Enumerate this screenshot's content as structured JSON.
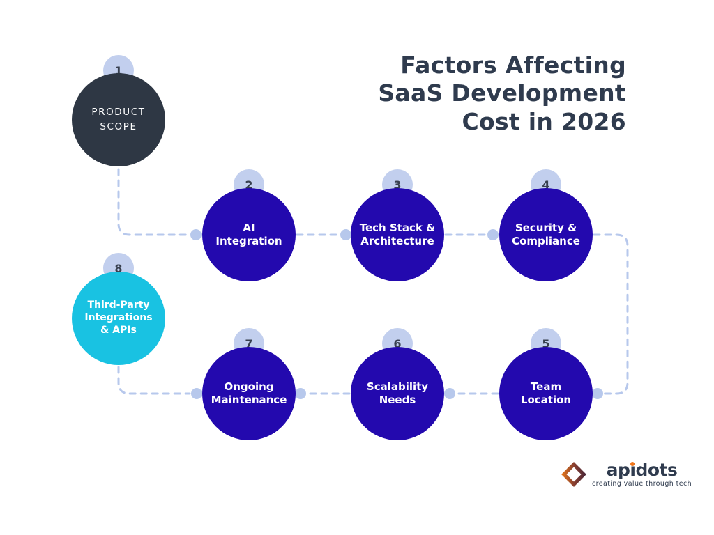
{
  "title": "Factors Affecting\nSaaS Development\nCost in 2026",
  "factors": [
    {
      "number": "1",
      "label": "PRODUCT\nSCOPE"
    },
    {
      "number": "2",
      "label": "AI\nIntegration"
    },
    {
      "number": "3",
      "label": "Tech Stack &\nArchitecture"
    },
    {
      "number": "4",
      "label": "Security &\nCompliance"
    },
    {
      "number": "5",
      "label": "Team\nLocation"
    },
    {
      "number": "6",
      "label": "Scalability\nNeeds"
    },
    {
      "number": "7",
      "label": "Ongoing\nMaintenance"
    },
    {
      "number": "8",
      "label": "Third-Party\nIntegrations\n& APIs"
    }
  ],
  "logo": {
    "name_pre": "ap",
    "name_i": "i",
    "name_post": "dots",
    "tagline": "creating value through tech"
  },
  "colors": {
    "navy": "#2e3744",
    "blue": "#2309ae",
    "cyan": "#19c2e2",
    "badge": "#c2cfee",
    "dash": "#b7c8ec",
    "orange": "#f0751a",
    "text_dark": "#2f3b4e",
    "white": "#ffffff"
  }
}
